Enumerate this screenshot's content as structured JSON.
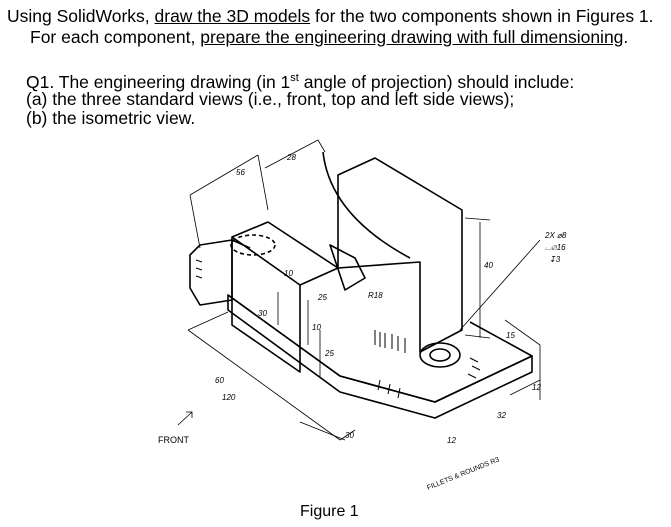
{
  "header": {
    "line1_a": "Using SolidWorks, ",
    "line1_b": "draw the 3D models",
    "line1_c": " for the two components shown in Figures 1.",
    "line2_a": "For each component, ",
    "line2_b": "prepare the engineering drawing with full dimensioning",
    "line2_c": "."
  },
  "question": {
    "q1_a": "Q1. The engineering drawing (in 1",
    "q1_sup": "st",
    "q1_b": " angle of projection) should include:",
    "item_a": "(a) the three standard views (i.e., front, top and left side views);",
    "item_b": "(b) the isometric view."
  },
  "figure": {
    "caption": "Figure 1",
    "front_label": "FRONT",
    "note": "FILLETS & ROUNDS R3",
    "hole_callout_1": "2X ⌀8",
    "hole_callout_2": "⌴⌀16",
    "hole_callout_3": "↧3",
    "dims": {
      "d56": "56",
      "d28": "28",
      "d40": "40",
      "r18": "R18",
      "d10a": "10",
      "d25a": "25",
      "d30a": "30",
      "d10b": "10",
      "d25b": "25",
      "d60": "60",
      "d120": "120",
      "d30b": "30",
      "d15": "15",
      "d12a": "12",
      "d32": "32",
      "d12b": "12"
    }
  }
}
